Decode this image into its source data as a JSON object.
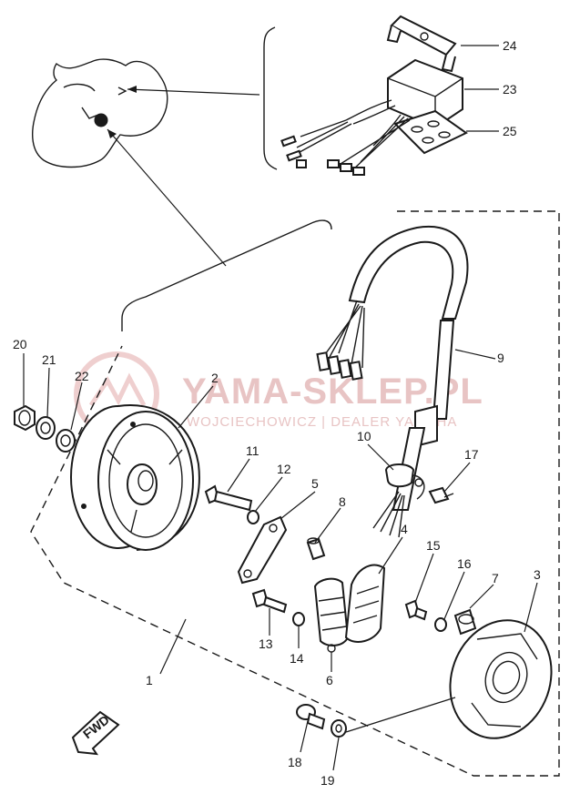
{
  "watermark": {
    "brand": "YAMA-SKLEP.PL",
    "subtitle": "WOJCIECHOWICZ | DEALER YAMAHA"
  },
  "direction_arrow": "FWD",
  "callouts": {
    "c1": "1",
    "c2": "2",
    "c3": "3",
    "c4": "4",
    "c5": "5",
    "c6": "6",
    "c7": "7",
    "c8": "8",
    "c9": "9",
    "c10": "10",
    "c11": "11",
    "c12": "12",
    "c13": "13",
    "c14": "14",
    "c15": "15",
    "c16": "16",
    "c17": "17",
    "c18": "18",
    "c19": "19",
    "c20": "20",
    "c21": "21",
    "c22": "22",
    "c23": "23",
    "c24": "24",
    "c25": "25"
  }
}
